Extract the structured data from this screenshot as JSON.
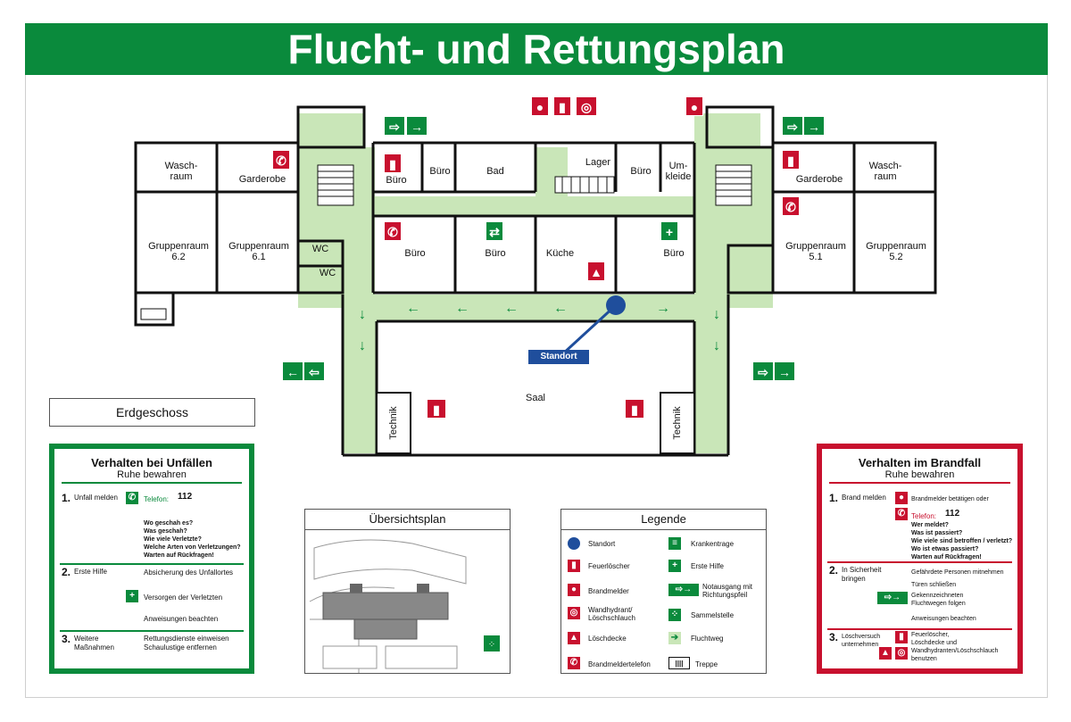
{
  "title": "Flucht- und Rettungsplan",
  "floor": "Erdgeschoss",
  "rooms": {
    "waschraum_left": "Wasch-\nraum",
    "garderobe_left": "Garderobe",
    "gruppenraum_62": "Gruppenraum\n6.2",
    "gruppenraum_61": "Gruppenraum\n6.1",
    "wc1": "WC",
    "wc2": "WC",
    "buero1": "Büro",
    "buero2": "Büro",
    "bad": "Bad",
    "lager": "Lager",
    "buero3": "Büro",
    "umkleide": "Um-\nkleide",
    "buero4": "Büro",
    "buero5": "Büro",
    "kueche": "Küche",
    "buero6": "Büro",
    "garderobe_right": "Garderobe",
    "waschraum_right": "Wasch-\nraum",
    "gruppenraum_51": "Gruppenraum\n5.1",
    "gruppenraum_52": "Gruppenraum\n5.2",
    "saal": "Saal",
    "technik_left": "Technik",
    "technik_right": "Technik"
  },
  "standort_label": "Standort",
  "unfall": {
    "title": "Verhalten bei Unfällen",
    "subtitle": "Ruhe bewahren",
    "step1_num": "1.",
    "step1_label": "Unfall melden",
    "telefon_label": "Telefon:",
    "telefon_number": "112",
    "questions": [
      "Wo geschah es?",
      "Was geschah?",
      "Wie viele Verletzte?",
      "Welche Arten von Verletzungen?",
      "Warten auf Rückfragen!"
    ],
    "step2_num": "2.",
    "step2_label": "Erste Hilfe",
    "step2_lines": [
      "Absicherung des Unfallortes",
      "Versorgen der Verletzten",
      "Anweisungen beachten"
    ],
    "step3_num": "3.",
    "step3_label": "Weitere\nMaßnahmen",
    "step3_lines": [
      "Rettungsdienste einweisen",
      "Schaulustige entfernen"
    ]
  },
  "brand": {
    "title": "Verhalten im Brandfall",
    "subtitle": "Ruhe bewahren",
    "step1_num": "1.",
    "step1_label": "Brand melden",
    "step1_line": "Brandmelder betätigen oder",
    "telefon_label": "Telefon:",
    "telefon_number": "112",
    "questions": [
      "Wer meldet?",
      "Was ist passiert?",
      "Wie viele sind betroffen / verletzt?",
      "Wo ist etwas passiert?",
      "Warten auf Rückfragen!"
    ],
    "step2_num": "2.",
    "step2_label": "In Sicherheit\nbringen",
    "step2_lines": [
      "Gefährdete Personen mitnehmen",
      "Türen schließen",
      "Gekennzeichneten\nFluchtwegen folgen",
      "Anweisungen beachten"
    ],
    "step3_num": "3.",
    "step3_label": "Löschversuch\nunternehmen",
    "step3_line": "Feuerlöscher,\nLöschdecke und\nWandhydranten/Löschschlauch\nbenutzen"
  },
  "overview": {
    "title": "Übersichtsplan"
  },
  "legend": {
    "title": "Legende",
    "left": [
      "Standort",
      "Feuerlöscher",
      "Brandmelder",
      "Wandhydrant/\nLöschschlauch",
      "Löschdecke",
      "Brandmeldertelefon"
    ],
    "right": [
      "Krankentrage",
      "Erste Hilfe",
      "Notausgang mit\nRichtungspfeil",
      "Sammelstelle",
      "Fluchtweg",
      "Treppe"
    ]
  },
  "colors": {
    "green": "#0a8a3c",
    "route": "#c9e6b8",
    "red": "#c8102e",
    "blue": "#1f4e9c",
    "wall": "#111111"
  },
  "icons": [
    "emergency-exit-icon",
    "arrow-right-icon",
    "arrow-left-icon",
    "arrow-down-icon",
    "fire-extinguisher-icon",
    "fire-alarm-icon",
    "fire-phone-icon",
    "first-aid-icon",
    "stretcher-icon",
    "fire-blanket-icon",
    "hydrant-icon",
    "assembly-point-icon",
    "phone-icon",
    "stairs-icon"
  ]
}
